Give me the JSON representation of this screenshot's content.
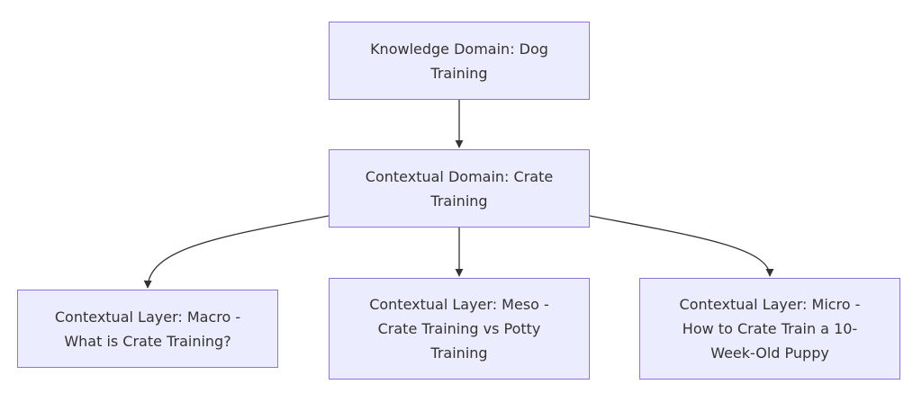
{
  "nodes": {
    "knowledge_domain": "Knowledge Domain: Dog Training",
    "contextual_domain": "Contextual Domain: Crate Training",
    "macro": "Contextual Layer: Macro - What is Crate Training?",
    "meso": "Contextual Layer: Meso - Crate Training vs Potty Training",
    "micro": "Contextual Layer: Micro - How to Crate Train a 10-Week-Old Puppy"
  },
  "edges": [
    {
      "from": "knowledge_domain",
      "to": "contextual_domain"
    },
    {
      "from": "contextual_domain",
      "to": "macro"
    },
    {
      "from": "contextual_domain",
      "to": "meso"
    },
    {
      "from": "contextual_domain",
      "to": "micro"
    }
  ],
  "colors": {
    "node_fill": "#ececff",
    "node_border": "#9370db",
    "edge": "#333333",
    "text": "#333333"
  }
}
